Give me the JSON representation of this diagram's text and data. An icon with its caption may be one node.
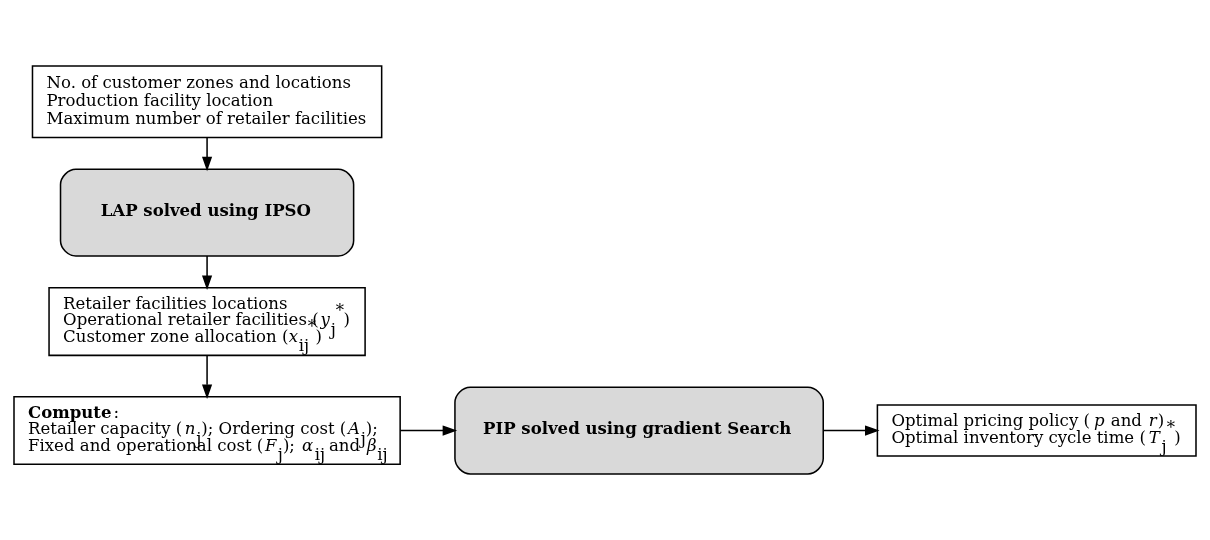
{
  "diagram": {
    "nodes": [
      {
        "text": [
          "No. of customer zones and locations",
          "Production facility location",
          "Maximum number of retailer facilities"
        ]
      },
      {
        "text": [
          "LAP solved using IPSO"
        ]
      },
      {
        "text": [
          "Retailer facilities locations",
          "Operational retailer facilities (*y*$_{j}$$^{*}$)",
          "Customer zone allocation (*x*$_{ij}$$^{*}$)"
        ]
      },
      {
        "text": [
          "**Compute**:",
          "Retailer capacity (*n*$_{j}$); Ordering cost (*A*$_{j}$);",
          "Fixed and operational cost (*F*$_{j}$); *α*$_{ij}$ and *β*$_{ij}$"
        ]
      },
      {
        "text": [
          "PIP solved using gradient Search"
        ]
      },
      {
        "text": [
          "Optimal pricing policy (*p* and *r*)",
          "Optimal inventory cycle time (*T*$_{j}$$^{*}$)"
        ]
      }
    ],
    "edges": [
      {
        "from": 0,
        "to": 1,
        "arrow": "to"
      },
      {
        "from": 1,
        "to": 2,
        "arrow": "to"
      },
      {
        "from": 2,
        "to": 3,
        "arrow": "to"
      },
      {
        "from": 3,
        "to": 4,
        "arrow": "to"
      },
      {
        "from": 4,
        "to": 5,
        "arrow": "to"
      }
    ]
  }
}
